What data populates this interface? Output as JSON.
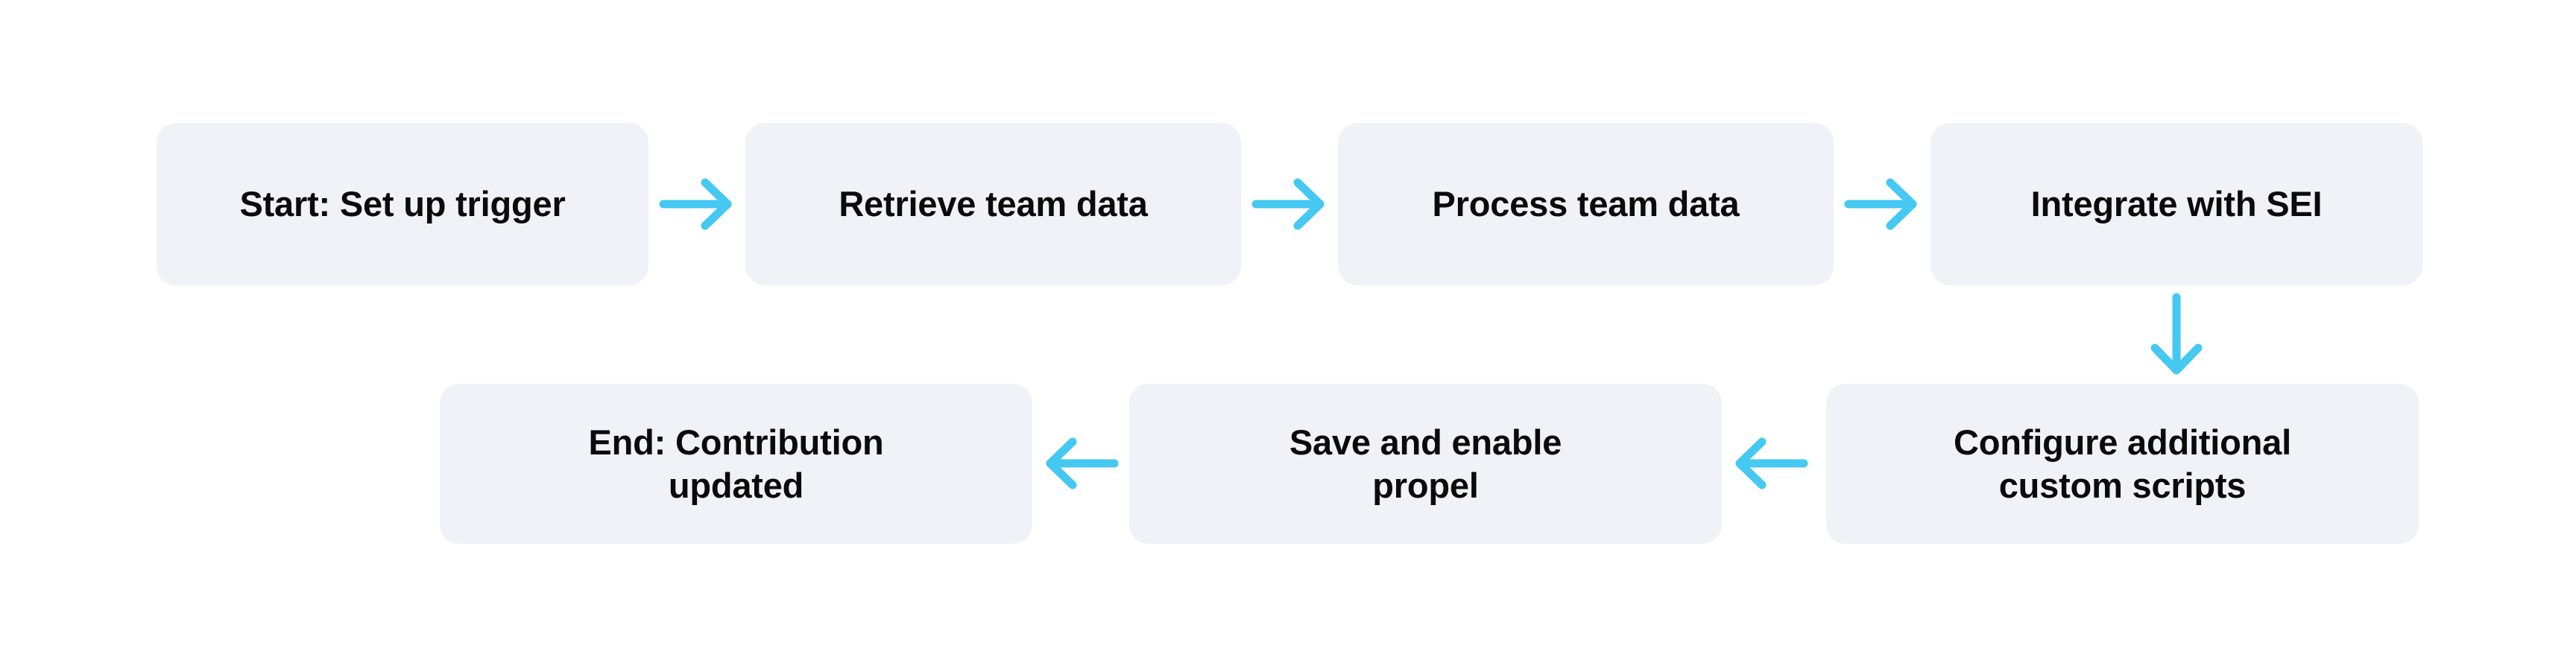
{
  "diagram": {
    "type": "flowchart",
    "title": "",
    "background_color": "#ffffff",
    "node_fill_color": "#f1f2f7",
    "node_text_color": "#0b0b0b",
    "arrow_color": "#45c8f1",
    "nodes": [
      {
        "id": "start",
        "label": "Start: Set up trigger",
        "row": 1,
        "order": 1
      },
      {
        "id": "retrieve",
        "label": "Retrieve team data",
        "row": 1,
        "order": 2
      },
      {
        "id": "process",
        "label": "Process team data",
        "row": 1,
        "order": 3
      },
      {
        "id": "integrate",
        "label": "Integrate with SEI",
        "row": 1,
        "order": 4
      },
      {
        "id": "configure",
        "label": "Configure additional\ncustom scripts",
        "row": 2,
        "order": 1
      },
      {
        "id": "save",
        "label": "Save and enable\npropel",
        "row": 2,
        "order": 2
      },
      {
        "id": "end",
        "label": "End: Contribution\nupdated",
        "row": 2,
        "order": 3
      }
    ],
    "edges": [
      {
        "from": "start",
        "to": "retrieve",
        "direction": "right"
      },
      {
        "from": "retrieve",
        "to": "process",
        "direction": "right"
      },
      {
        "from": "process",
        "to": "integrate",
        "direction": "right"
      },
      {
        "from": "integrate",
        "to": "configure",
        "direction": "down"
      },
      {
        "from": "configure",
        "to": "save",
        "direction": "left"
      },
      {
        "from": "save",
        "to": "end",
        "direction": "left"
      }
    ],
    "icons": {
      "arrow_right": "arrow-right-icon",
      "arrow_left": "arrow-left-icon",
      "arrow_down": "arrow-down-icon"
    }
  }
}
